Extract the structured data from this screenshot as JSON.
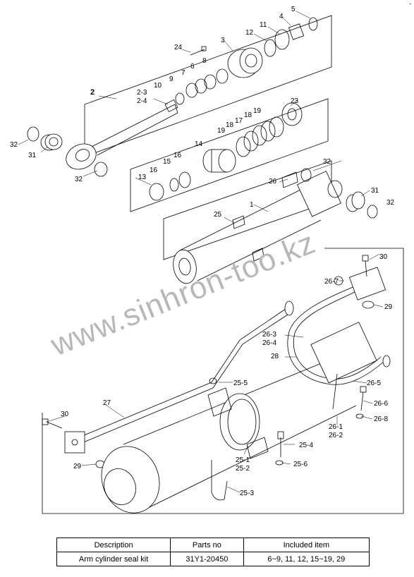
{
  "corner_mark": "-",
  "callouts": {
    "c2": "2",
    "c2_3": "2-3",
    "c2_4": "2-4",
    "c3": "3",
    "c4": "4",
    "c5": "5",
    "c6": "6",
    "c7": "7",
    "c8": "8",
    "c9": "9",
    "c10": "10",
    "c11": "11",
    "c12": "12",
    "c13": "13",
    "c14": "14",
    "c15": "15",
    "c16a": "16",
    "c16b": "16",
    "c17": "17",
    "c18a": "18",
    "c18b": "18",
    "c19a": "19",
    "c19b": "19",
    "c23": "23",
    "c24": "24",
    "c1": "1",
    "c25": "25",
    "c26": "26",
    "c31a": "31",
    "c31b": "31",
    "c32a": "32",
    "c32b": "32",
    "c32c": "32",
    "c32d": "32",
    "c30a": "30",
    "c30b": "30",
    "c29a": "29",
    "c29b": "29",
    "c27": "27",
    "c28": "28",
    "c26_7": "26-7",
    "c26_3": "26-3",
    "c26_4": "26-4",
    "c26_5": "26-5",
    "c26_6": "26-6",
    "c26_8": "26-8",
    "c26_1": "26-1",
    "c26_2": "26-2",
    "c25_5": "25-5",
    "c25_4": "25-4",
    "c25_1": "25-1",
    "c25_2": "25-2",
    "c25_6": "25-6",
    "c25_3": "25-3"
  },
  "watermark": "www.sinhron-too.kz",
  "table": {
    "headers": [
      "Description",
      "Parts no",
      "Included item"
    ],
    "rows": [
      [
        "Arm cylinder seal kit",
        "31Y1-20450",
        "6~9, 11, 12, 15~19, 29"
      ]
    ]
  }
}
